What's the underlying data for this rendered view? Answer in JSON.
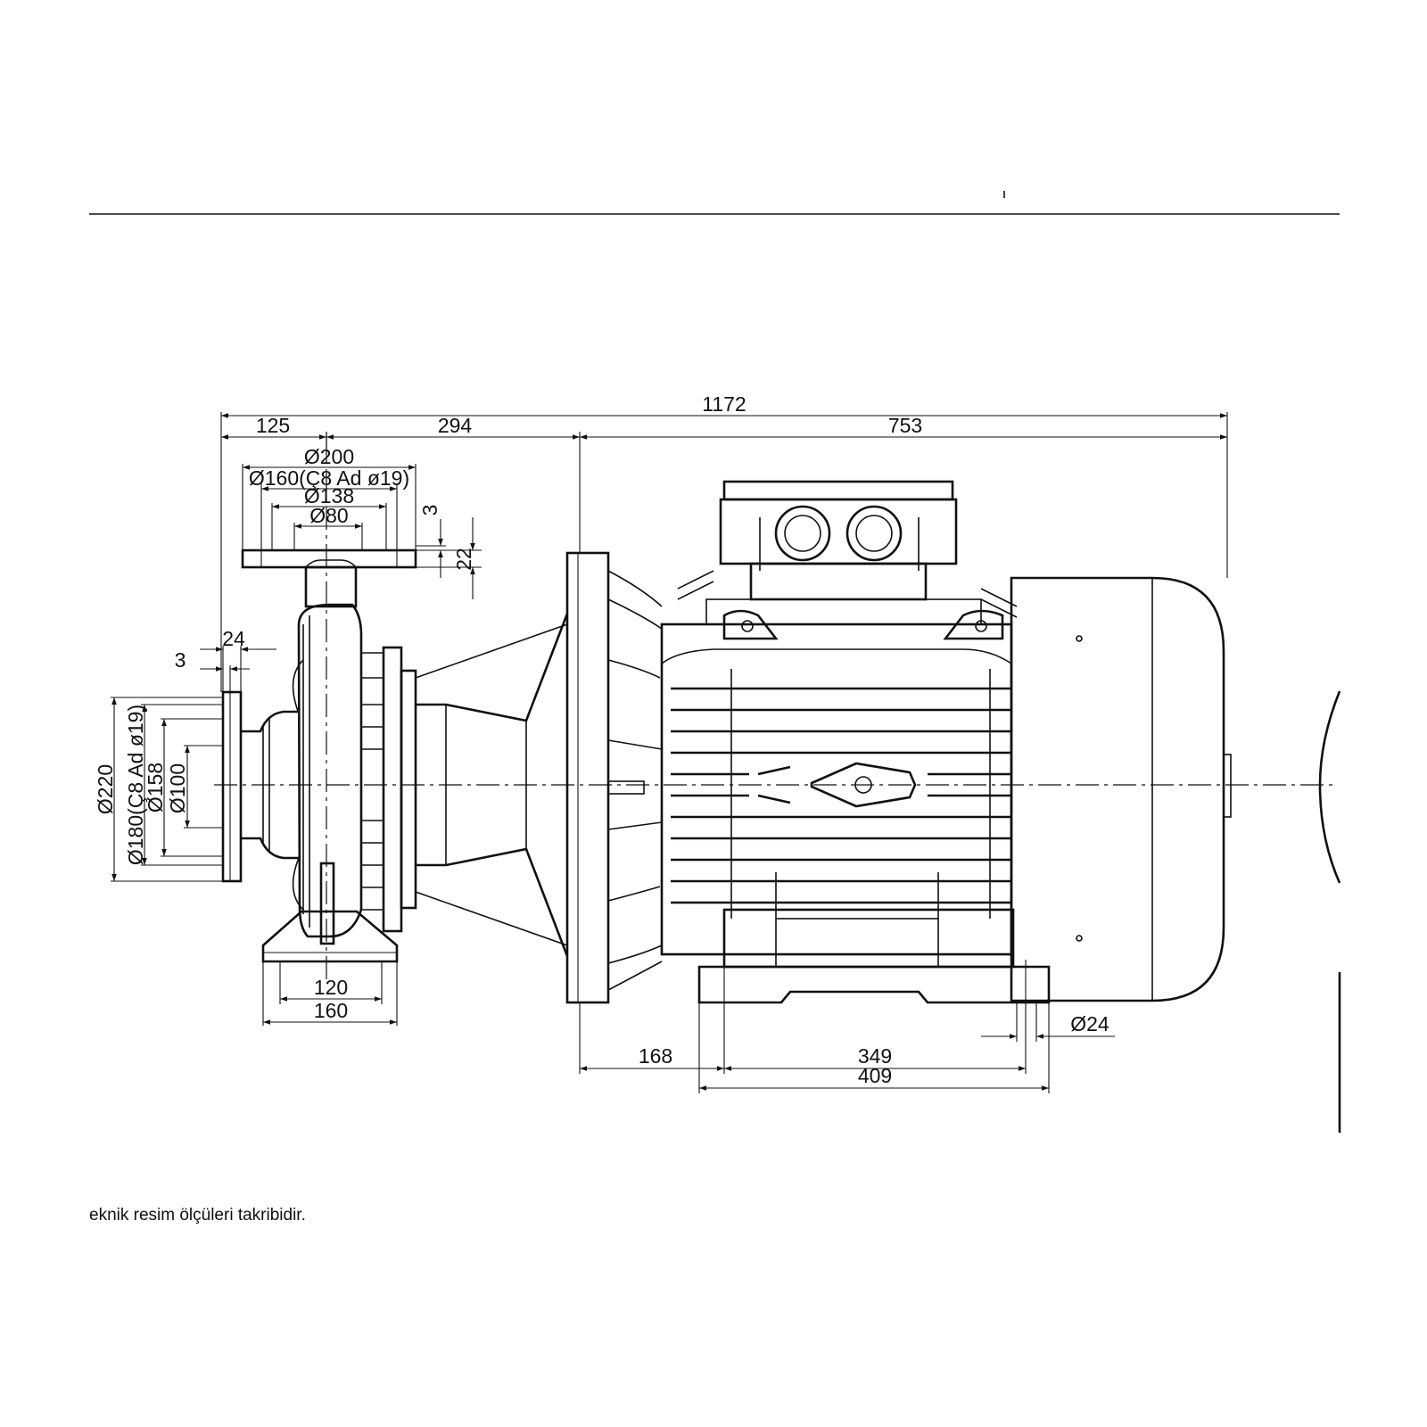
{
  "drawing": {
    "dimensions": {
      "total_length": "1172",
      "d125": "125",
      "d294": "294",
      "d753": "753",
      "flange_outer": "Ø200",
      "flange_bolt": "Ø160(Ç8 Ad ø19)",
      "flange_raised": "Ø138",
      "flange_bore": "Ø80",
      "v3_top": "3",
      "v22": "22",
      "h24": "24",
      "h3": "3",
      "suction_outer": "Ø220",
      "suction_bolt": "Ø180(Ç8 Ad ø19)",
      "suction_raised": "Ø158",
      "suction_bore": "Ø100",
      "foot_inner": "120",
      "foot_outer": "160",
      "motor_offset": "168",
      "motor_foot_inner": "349",
      "motor_foot_outer": "409",
      "foot_hole": "Ø24"
    }
  },
  "footer": {
    "note": "eknik resim ölçüleri takribidir."
  }
}
